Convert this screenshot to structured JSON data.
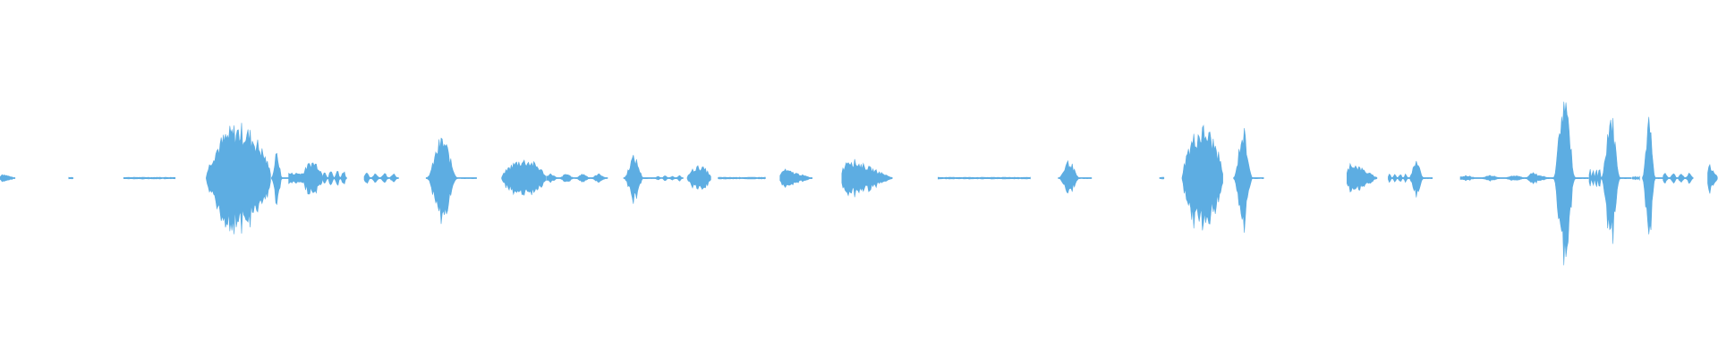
{
  "waveform": {
    "color": "#5dade2",
    "baseline_color": "#5dade2",
    "segments": [
      {
        "start": 0.0,
        "end": 0.009,
        "peak": 0.06,
        "shape": "fade"
      },
      {
        "start": 0.04,
        "end": 0.043,
        "peak": 0.01,
        "shape": "flat"
      },
      {
        "start": 0.072,
        "end": 0.102,
        "peak": 0.01,
        "shape": "flat"
      },
      {
        "start": 0.12,
        "end": 0.158,
        "peak": 0.62,
        "shape": "burst"
      },
      {
        "start": 0.158,
        "end": 0.168,
        "peak": 0.3,
        "shape": "spike"
      },
      {
        "start": 0.168,
        "end": 0.178,
        "peak": 0.06,
        "shape": "flat"
      },
      {
        "start": 0.176,
        "end": 0.188,
        "peak": 0.2,
        "shape": "burst"
      },
      {
        "start": 0.188,
        "end": 0.202,
        "peak": 0.1,
        "shape": "noise"
      },
      {
        "start": 0.212,
        "end": 0.232,
        "peak": 0.06,
        "shape": "noise"
      },
      {
        "start": 0.248,
        "end": 0.278,
        "peak": 0.48,
        "shape": "spike"
      },
      {
        "start": 0.292,
        "end": 0.318,
        "peak": 0.22,
        "shape": "burst"
      },
      {
        "start": 0.318,
        "end": 0.354,
        "peak": 0.05,
        "shape": "noise"
      },
      {
        "start": 0.363,
        "end": 0.382,
        "peak": 0.26,
        "shape": "spike"
      },
      {
        "start": 0.382,
        "end": 0.398,
        "peak": 0.03,
        "shape": "noise"
      },
      {
        "start": 0.4,
        "end": 0.414,
        "peak": 0.14,
        "shape": "burst"
      },
      {
        "start": 0.418,
        "end": 0.446,
        "peak": 0.01,
        "shape": "flat"
      },
      {
        "start": 0.454,
        "end": 0.473,
        "peak": 0.12,
        "shape": "fade"
      },
      {
        "start": 0.49,
        "end": 0.52,
        "peak": 0.28,
        "shape": "fade"
      },
      {
        "start": 0.546,
        "end": 0.6,
        "peak": 0.01,
        "shape": "flat"
      },
      {
        "start": 0.616,
        "end": 0.636,
        "peak": 0.2,
        "shape": "spike"
      },
      {
        "start": 0.675,
        "end": 0.678,
        "peak": 0.01,
        "shape": "flat"
      },
      {
        "start": 0.688,
        "end": 0.712,
        "peak": 0.6,
        "shape": "burst"
      },
      {
        "start": 0.718,
        "end": 0.736,
        "peak": 0.58,
        "shape": "spike"
      },
      {
        "start": 0.784,
        "end": 0.802,
        "peak": 0.22,
        "shape": "fade"
      },
      {
        "start": 0.808,
        "end": 0.82,
        "peak": 0.05,
        "shape": "noise"
      },
      {
        "start": 0.82,
        "end": 0.834,
        "peak": 0.24,
        "shape": "spike"
      },
      {
        "start": 0.85,
        "end": 0.904,
        "peak": 0.03,
        "shape": "noise"
      },
      {
        "start": 0.888,
        "end": 0.902,
        "peak": 0.08,
        "shape": "spike"
      },
      {
        "start": 0.904,
        "end": 0.925,
        "peak": 1.0,
        "shape": "spike"
      },
      {
        "start": 0.925,
        "end": 0.932,
        "peak": 0.12,
        "shape": "noise"
      },
      {
        "start": 0.932,
        "end": 0.95,
        "peak": 0.76,
        "shape": "spike"
      },
      {
        "start": 0.95,
        "end": 0.955,
        "peak": 0.03,
        "shape": "noise"
      },
      {
        "start": 0.956,
        "end": 0.968,
        "peak": 0.68,
        "shape": "spike"
      },
      {
        "start": 0.968,
        "end": 0.986,
        "peak": 0.06,
        "shape": "noise"
      },
      {
        "start": 0.994,
        "end": 1.0,
        "peak": 0.2,
        "shape": "fade"
      }
    ]
  }
}
